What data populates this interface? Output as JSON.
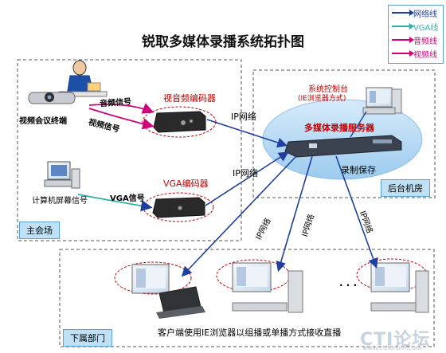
{
  "title": "锐取多媒体录播系统拓扑图",
  "legend": [
    {
      "label": "网络线",
      "color": "#1f3fa0"
    },
    {
      "label": "VGA线",
      "color": "#2fb3a8"
    },
    {
      "label": "音频线",
      "color": "#d0007a"
    },
    {
      "label": "视频线",
      "color": "#d0007a"
    }
  ],
  "zones": {
    "main_venue": "主会场",
    "backroom": "后台机房",
    "subordinate": "下属部门"
  },
  "devices": {
    "video_conf_terminal": "视频会议终端",
    "av_encoder": "视音频编码器",
    "vga_encoder": "VGA编码器",
    "screen_signal": "计算机屏幕信号",
    "control_console": "系统控制台",
    "control_console_sub": "(IE浏览器方式)",
    "media_server": "多媒体录播服务器",
    "record_save": "录制保存"
  },
  "signals": {
    "audio": "音频信号",
    "video": "视频信号",
    "vga": "VGA信号",
    "ip1": "IP网络",
    "ip2": "IP网络",
    "ip3": "IP网络",
    "ip4": "IP网络",
    "ip5": "IP网络"
  },
  "clients_note": "客户端使用IE浏览器以组播或单播方式接收直播",
  "ellipsis": ". . .",
  "watermark": {
    "logo": "CTI论坛",
    "url": "www.ctiforum.com"
  }
}
